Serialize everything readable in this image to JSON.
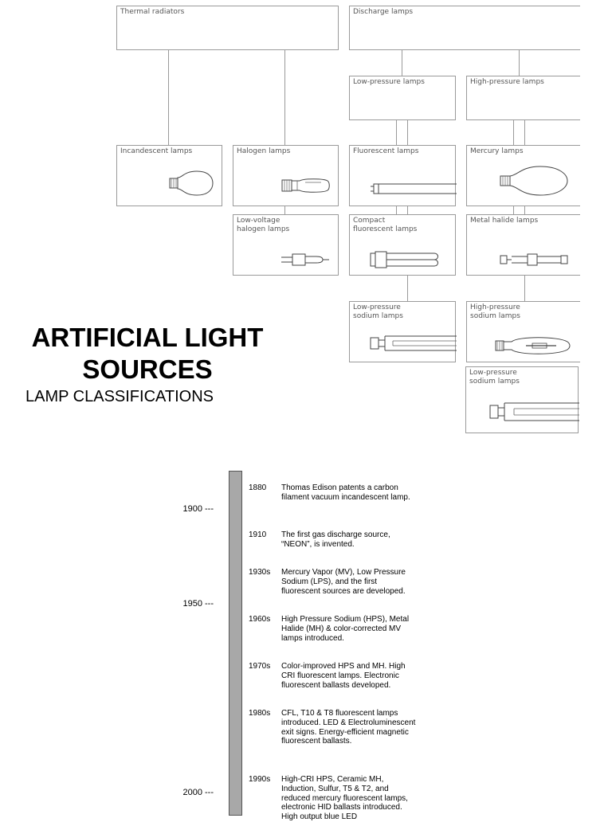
{
  "diagram": {
    "thermal_radiators": "Thermal radiators",
    "discharge_lamps": "Discharge lamps",
    "low_pressure_lamps": "Low-pressure lamps",
    "high_pressure_lamps": "High-pressure lamps",
    "incandescent_lamps": "Incandescent lamps",
    "halogen_lamps": "Halogen lamps",
    "fluorescent_lamps": "Fluorescent lamps",
    "mercury_lamps": "Mercury lamps",
    "low_voltage_halogen": "Low-voltage\nhalogen lamps",
    "compact_fluorescent": "Compact\nfluorescent lamps",
    "metal_halide": "Metal halide lamps",
    "lp_sodium": "Low-pressure\nsodium lamps",
    "hp_sodium": "High-pressure\nsodium lamps",
    "lp_sodium_2": "Low-pressure\nsodium lamps"
  },
  "title": "ARTIFICIAL LIGHT SOURCES",
  "subtitle": "LAMP CLASSIFICATIONS",
  "timeline": {
    "axis_labels": [
      "1900 ---",
      "1950 ---",
      "2000 ---"
    ],
    "events": [
      {
        "year": "1880",
        "text": "Thomas Edison patents a carbon filament vacuum incandescent lamp."
      },
      {
        "year": "1910",
        "text": "The first gas discharge source, “NEON”, is invented."
      },
      {
        "year": "1930s",
        "text": "Mercury Vapor (MV), Low Pressure Sodium (LPS), and the first fluorescent sources are developed."
      },
      {
        "year": "1960s",
        "text": "High Pressure Sodium (HPS), Metal Halide (MH) & color-corrected MV lamps introduced."
      },
      {
        "year": "1970s",
        "text": "Color-improved HPS and MH. High CRI fluorescent lamps.  Electronic fluorescent ballasts developed."
      },
      {
        "year": "1980s",
        "text": "CFL, T10 & T8 fluorescent lamps introduced.  LED & Electroluminescent exit signs.  Energy-efficient magnetic fluorescent ballasts."
      },
      {
        "year": "1990s",
        "text": "High-CRI HPS, Ceramic MH, Induction, Sulfur, T5 & T2, and reduced mercury fluorescent lamps, electronic HID ballasts introduced.  High output blue LED"
      }
    ]
  }
}
